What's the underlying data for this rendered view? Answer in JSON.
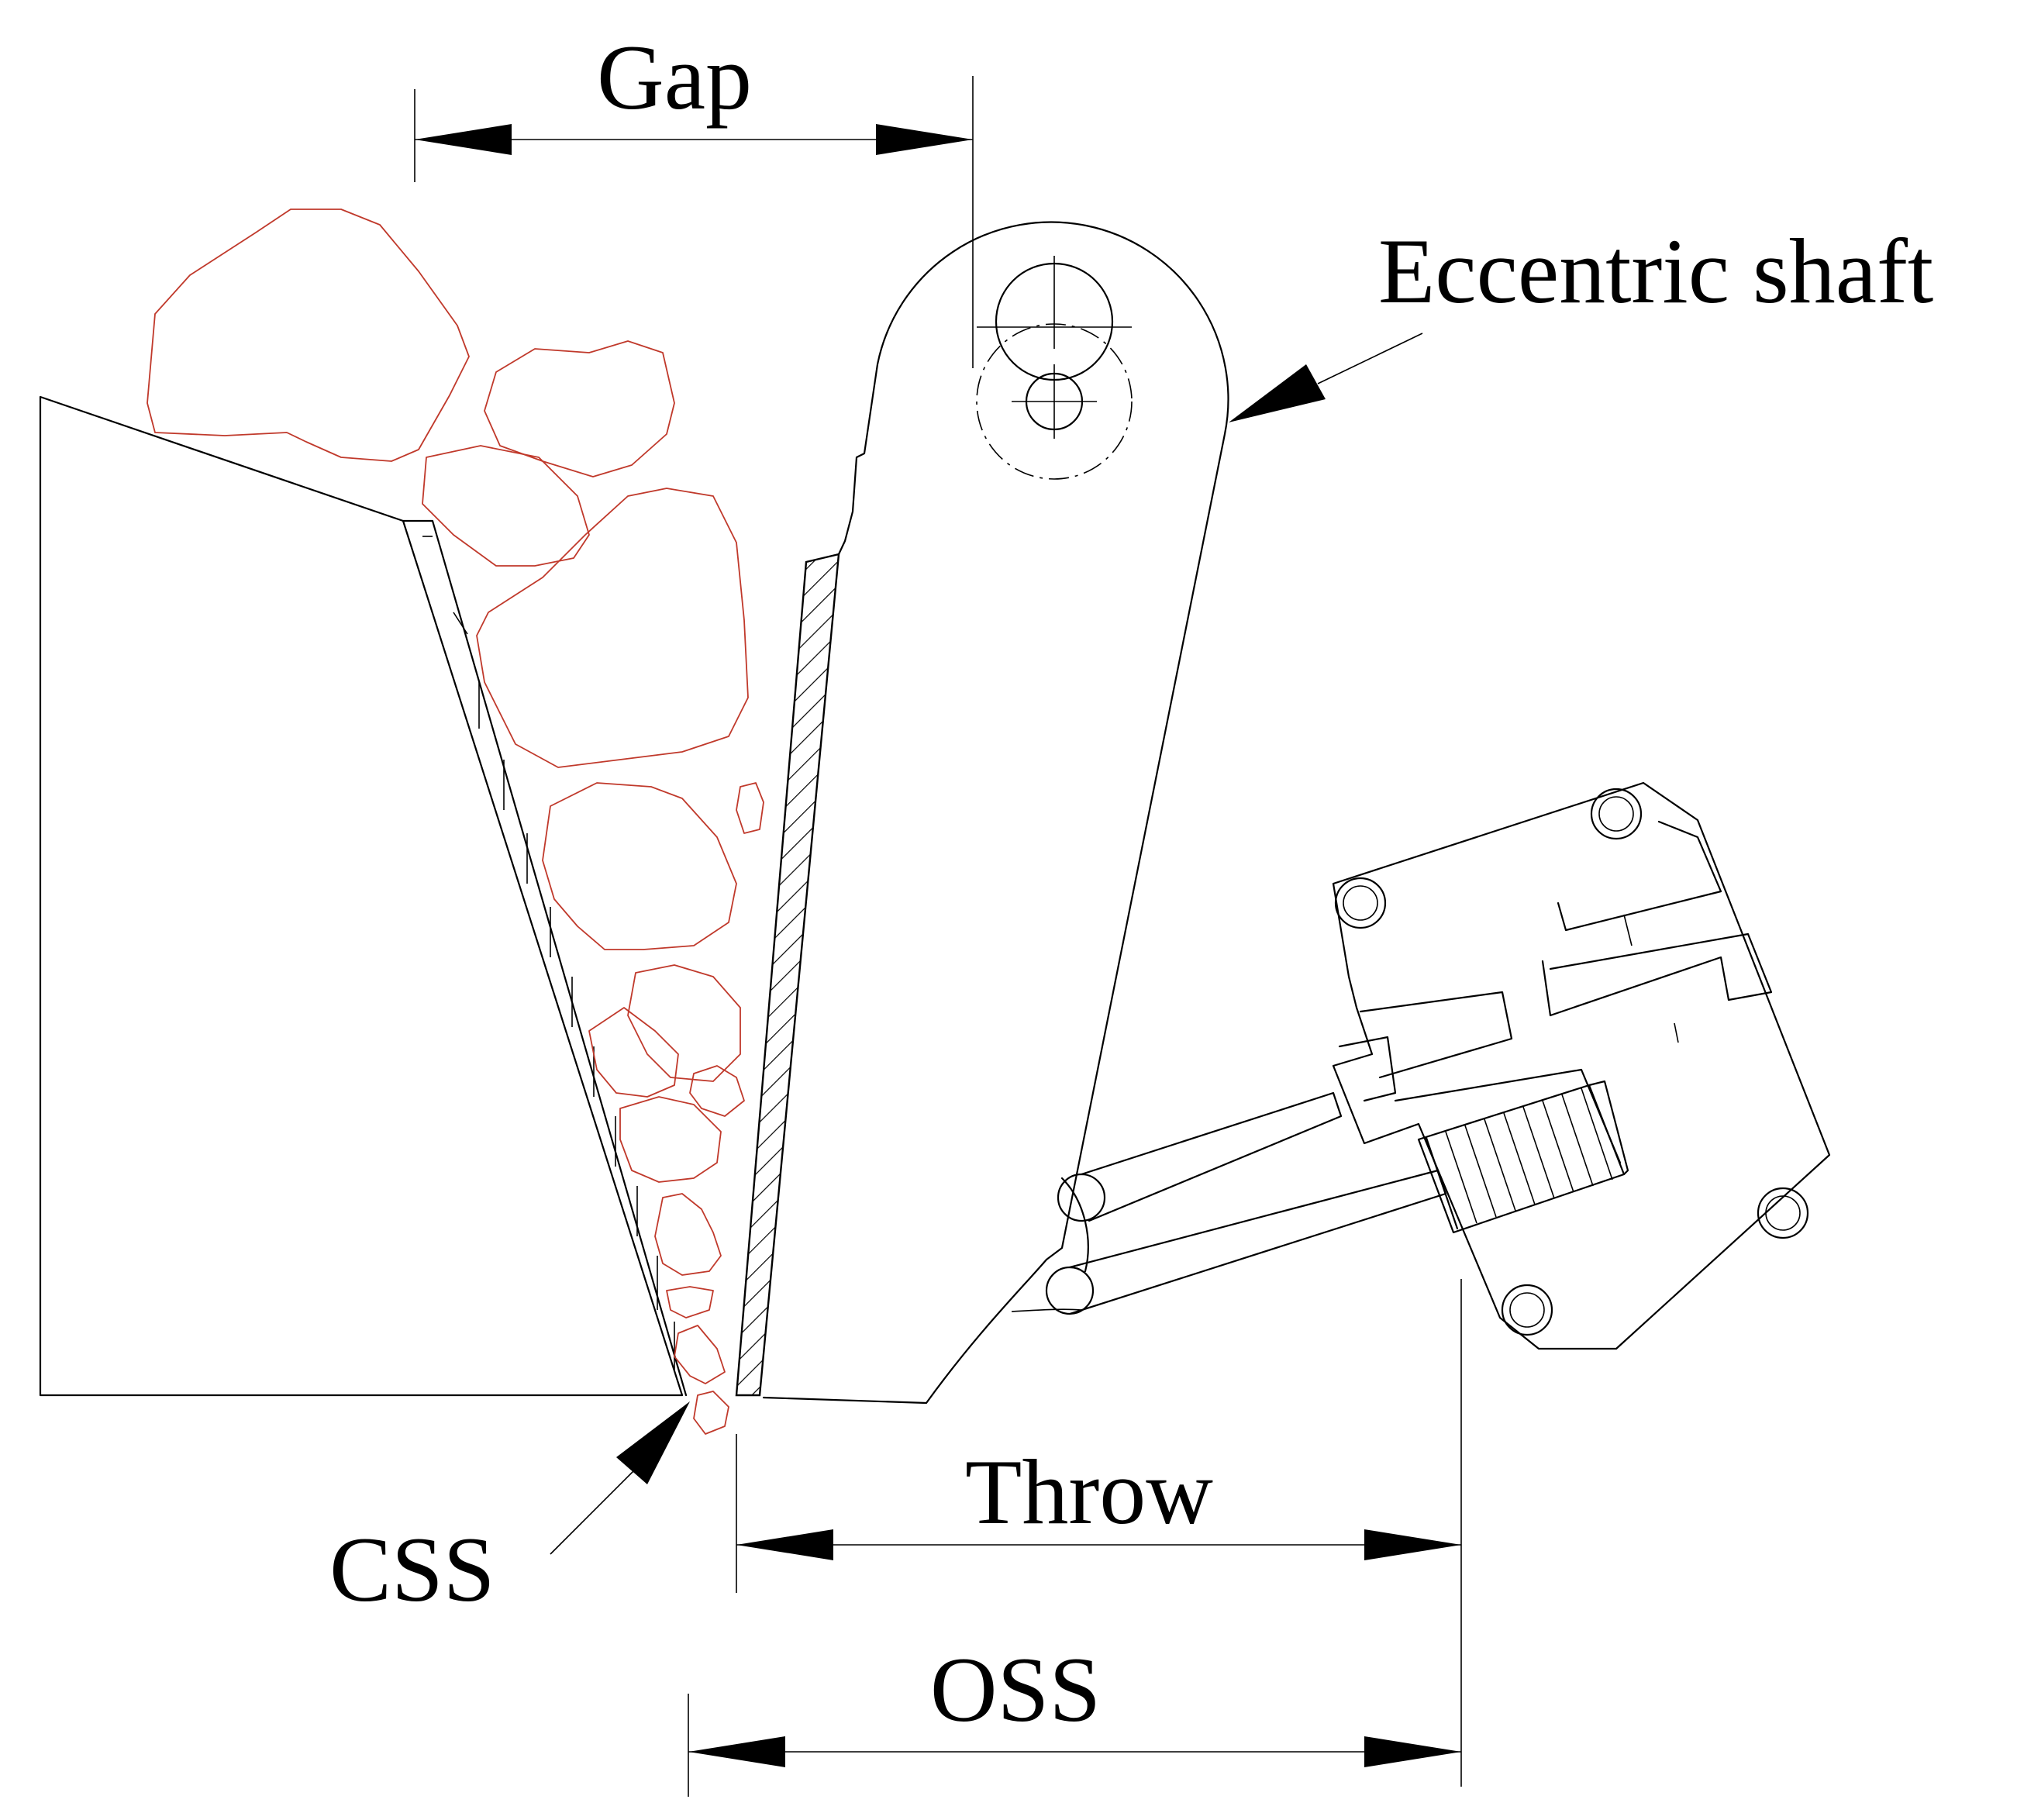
{
  "labels": {
    "gap": "Gap",
    "eccentric_shaft": "Eccentric shaft",
    "throw": "Throw",
    "css": "CSS",
    "oss": "OSS"
  },
  "colors": {
    "lines": "#000000",
    "rocks": "#c0392b",
    "background": "#ffffff"
  }
}
